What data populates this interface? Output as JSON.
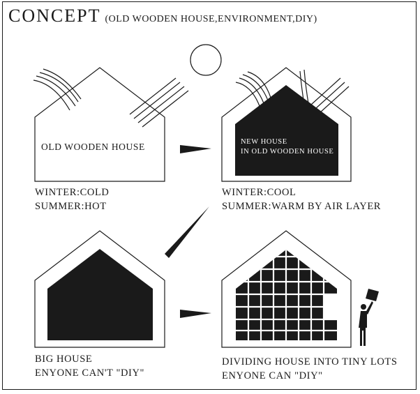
{
  "title": {
    "main": "CONCEPT",
    "sub": "(OLD WOODEN HOUSE,ENVIRONMENT,DIY)"
  },
  "panels": [
    {
      "id": "old-house",
      "house_text": "OLD WOODEN HOUSE",
      "caption": [
        "WINTER:COLD",
        "SUMMER:HOT"
      ]
    },
    {
      "id": "new-house",
      "house_text": [
        "NEW HOUSE",
        "IN OLD WOODEN HOUSE"
      ],
      "caption": [
        "WINTER:COOL",
        "SUMMER:WARM BY AIR LAYER"
      ]
    },
    {
      "id": "big-house",
      "caption": [
        "BIG HOUSE",
        "ENYONE CAN'T \"DIY\""
      ]
    },
    {
      "id": "divided-house",
      "caption": [
        "DIVIDING HOUSE INTO TINY LOTS",
        "ENYONE CAN \"DIY\""
      ]
    }
  ],
  "colors": {
    "ink": "#1a1a1a",
    "paper": "#ffffff"
  },
  "icons": [
    "sun-icon",
    "wind-lines-icon",
    "arrow-right-icon",
    "person-carrying-panel-icon"
  ]
}
